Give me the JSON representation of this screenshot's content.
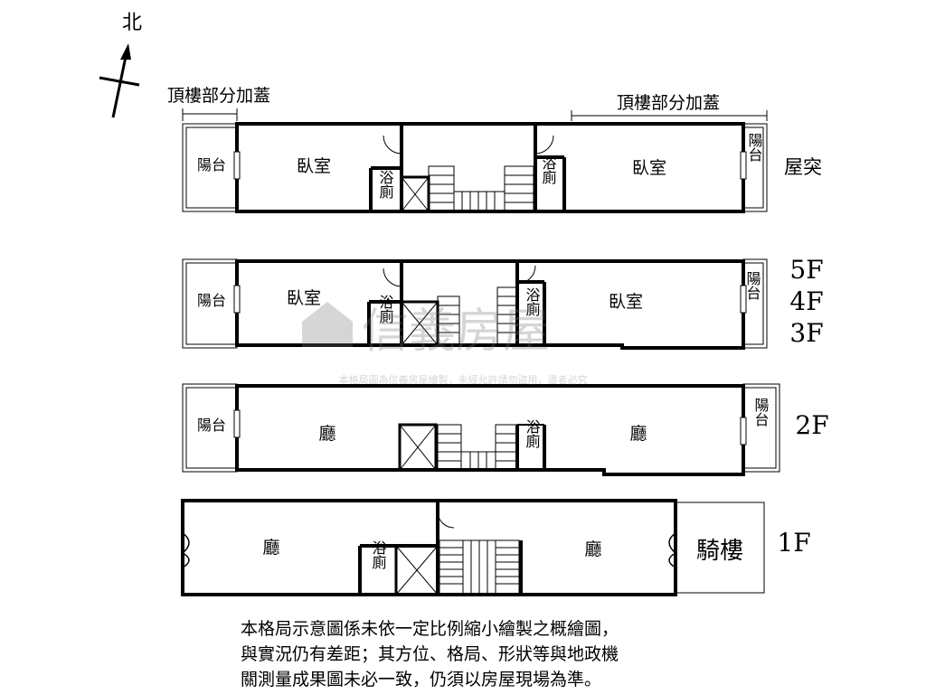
{
  "compass": {
    "north_label": "北"
  },
  "roof": {
    "addition_label_left": "頂樓部分加蓋",
    "addition_label_right": "頂樓部分加蓋",
    "balcony_left": "陽台",
    "bedroom_left": "臥室",
    "bath_left": "浴廁",
    "bath_right": "浴廁",
    "bedroom_right": "臥室",
    "balcony_right": "陽台",
    "floor_label": "屋突"
  },
  "floors345": {
    "balcony_left": "陽台",
    "bedroom_left": "臥室",
    "bath_left": "浴廁",
    "bath_right": "浴廁",
    "bedroom_right": "臥室",
    "balcony_right": "陽台",
    "floor_labels": [
      "5F",
      "4F",
      "3F"
    ]
  },
  "floor2": {
    "balcony_left": "陽台",
    "hall_left": "廳",
    "bath": "浴廁",
    "hall_right": "廳",
    "balcony_right": "陽台",
    "floor_label": "2F"
  },
  "floor1": {
    "hall_left": "廳",
    "bath": "浴廁",
    "hall_right": "廳",
    "arcade": "騎樓",
    "floor_label": "1F"
  },
  "watermark": {
    "brand": "信義房屋",
    "notice": "本格局圖為信義房屋繪製，未經允許請勿盜用，違者必究"
  },
  "disclaimer": {
    "lines": [
      "本格局示意圖係未依一定比例縮小繪製之概繪圖，",
      "與實況仍有差距；其方位、格局、形狀等與地政機",
      "關測量成果圖未必一致，仍須以房屋現場為準。"
    ]
  }
}
